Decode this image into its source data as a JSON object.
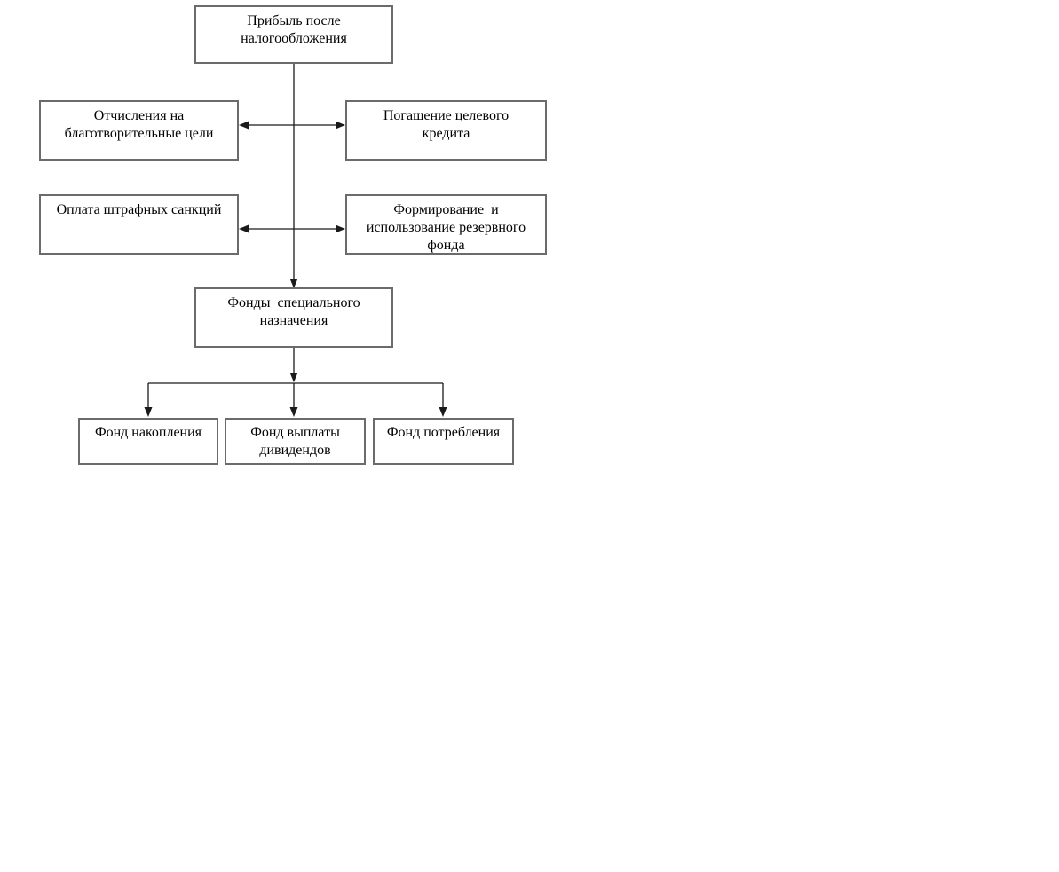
{
  "diagram": {
    "background_color": "#ffffff",
    "box_border_color": "#6b6b6b",
    "line_color": "#1a1a1a",
    "text_color": "#000000",
    "nodes": [
      {
        "id": "profit_after_tax",
        "label": "Прибыль после\nналогообложения"
      },
      {
        "id": "charity",
        "label": "Отчисления на\nблаготворительные цели"
      },
      {
        "id": "target_loan",
        "label": "Погашение целевого\nкредита"
      },
      {
        "id": "penalties",
        "label": "Оплата штрафных санкций"
      },
      {
        "id": "reserve_fund",
        "label": "Формирование  и\nиспользование резервного\nфонда"
      },
      {
        "id": "special_funds",
        "label": "Фонды  специального\nназначения"
      },
      {
        "id": "accumulation_fund",
        "label": "Фонд накопления"
      },
      {
        "id": "dividend_fund",
        "label": "Фонд выплаты\nдивидендов"
      },
      {
        "id": "consumption_fund",
        "label": "Фонд потребления"
      }
    ],
    "edges": [
      {
        "from": "profit_after_tax",
        "to": "special_funds",
        "style": "one-way-arrow"
      },
      {
        "between": [
          "charity",
          "target_loan"
        ],
        "style": "two-way-arrow"
      },
      {
        "between": [
          "penalties",
          "reserve_fund"
        ],
        "style": "two-way-arrow"
      },
      {
        "from": "special_funds",
        "to": "accumulation_fund",
        "style": "one-way-arrow"
      },
      {
        "from": "special_funds",
        "to": "dividend_fund",
        "style": "one-way-arrow"
      },
      {
        "from": "special_funds",
        "to": "consumption_fund",
        "style": "one-way-arrow"
      }
    ]
  }
}
